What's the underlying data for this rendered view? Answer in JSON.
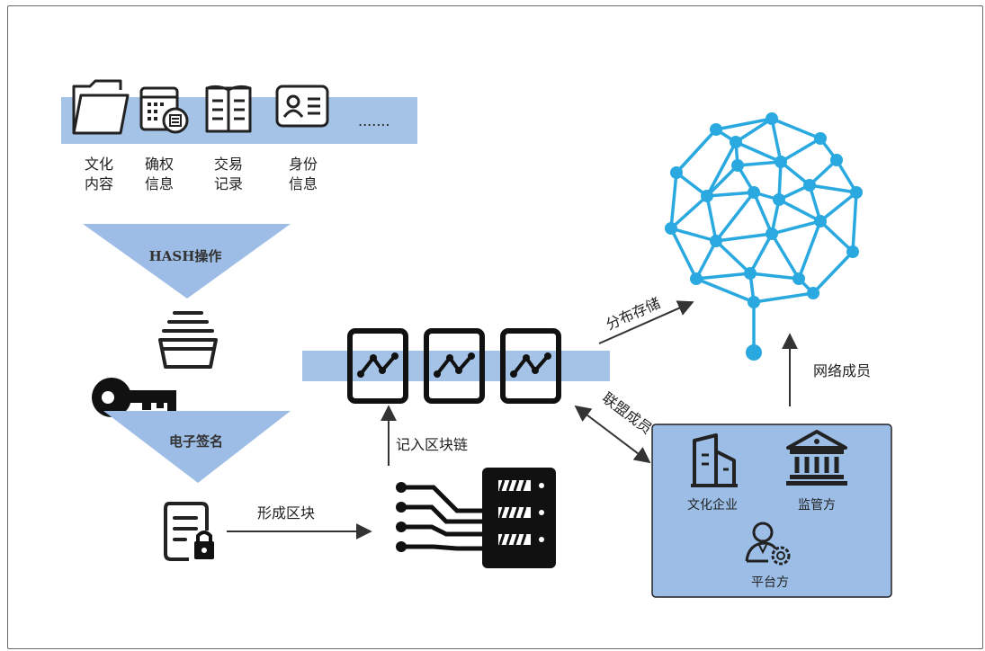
{
  "data_icons": {
    "items": [
      {
        "line1": "文化",
        "line2": "内容",
        "icon": "folder-icon"
      },
      {
        "line1": "确权",
        "line2": "信息",
        "icon": "calendar-certificate-icon"
      },
      {
        "line1": "交易",
        "line2": "记录",
        "icon": "open-book-icon"
      },
      {
        "line1": "身份",
        "line2": "信息",
        "icon": "id-card-icon"
      }
    ],
    "ellipsis": "......."
  },
  "hash_label": "HASH操作",
  "signature_label": "电子签名",
  "arrows": {
    "form_block": "形成区块",
    "write_chain": "记入区块链",
    "distributed_storage": "分布存储",
    "alliance_member": "联盟成员",
    "network_member": "网络成员"
  },
  "alliance_box": {
    "culture_company": "文化企业",
    "regulator": "监管方",
    "platform": "平台方"
  },
  "colors": {
    "band": "#a4c3e6",
    "triangle": "#9dbde6",
    "network": "#2aa9e0",
    "alliance_box": "#9bbde6"
  }
}
